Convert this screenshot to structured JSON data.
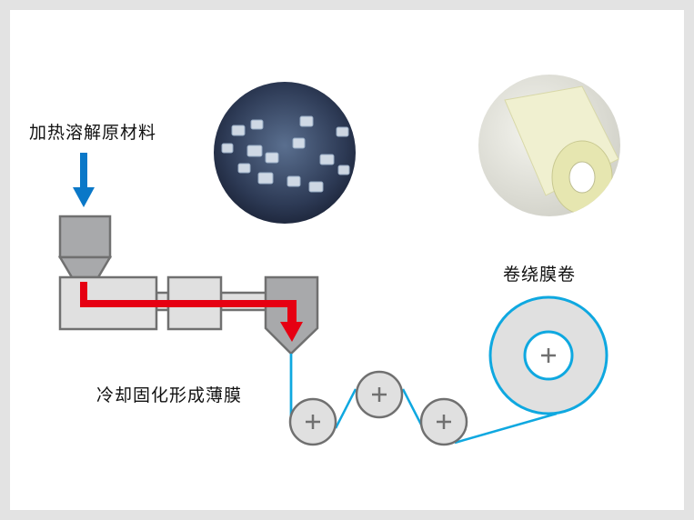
{
  "labels": {
    "heat_melt": "加热溶解原材料",
    "cool_form": "冷却固化形成薄膜",
    "wind_roll": "卷绕膜卷"
  },
  "images": {
    "pellets": "plastic-pellets-photo",
    "film_roll": "film-roll-photo"
  },
  "colors": {
    "flow_arrow": "#e60012",
    "film_line": "#0fa8e0",
    "feed_arrow": "#0a78c8",
    "machine_dark": "#a8a9ab",
    "machine_light": "#e0e0e0",
    "outline": "#707070"
  }
}
